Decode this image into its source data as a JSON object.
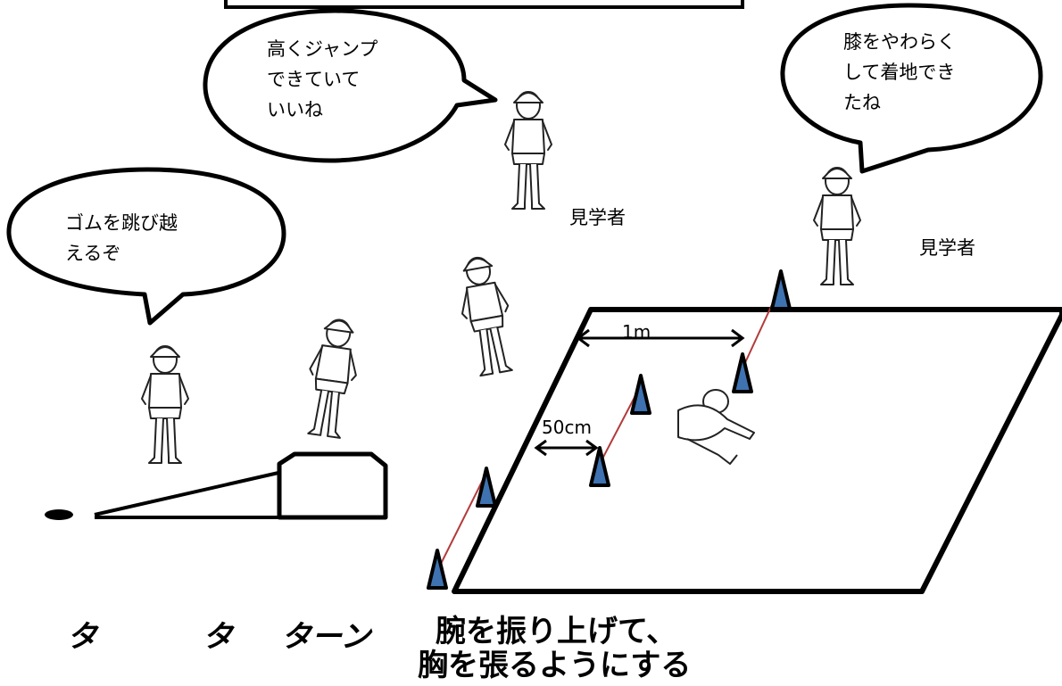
{
  "speech": {
    "left": "ゴムを跳び越\nえるぞ",
    "middle": "高くジャンプ\nできていて\nいいね",
    "right": "膝をやわらく\nして着地でき\nたね"
  },
  "observer_label": "見学者",
  "measure": {
    "one_meter": "1m",
    "fifty_cm": "50cm"
  },
  "rhythm": [
    "タ",
    "タ",
    "ターン"
  ],
  "instruction": {
    "line1": "腕を振り上げて、",
    "line2": "胸を張るようにする"
  },
  "colors": {
    "cone": "#3f72b0",
    "rubber": "#b33a3a",
    "ink": "#000000"
  }
}
